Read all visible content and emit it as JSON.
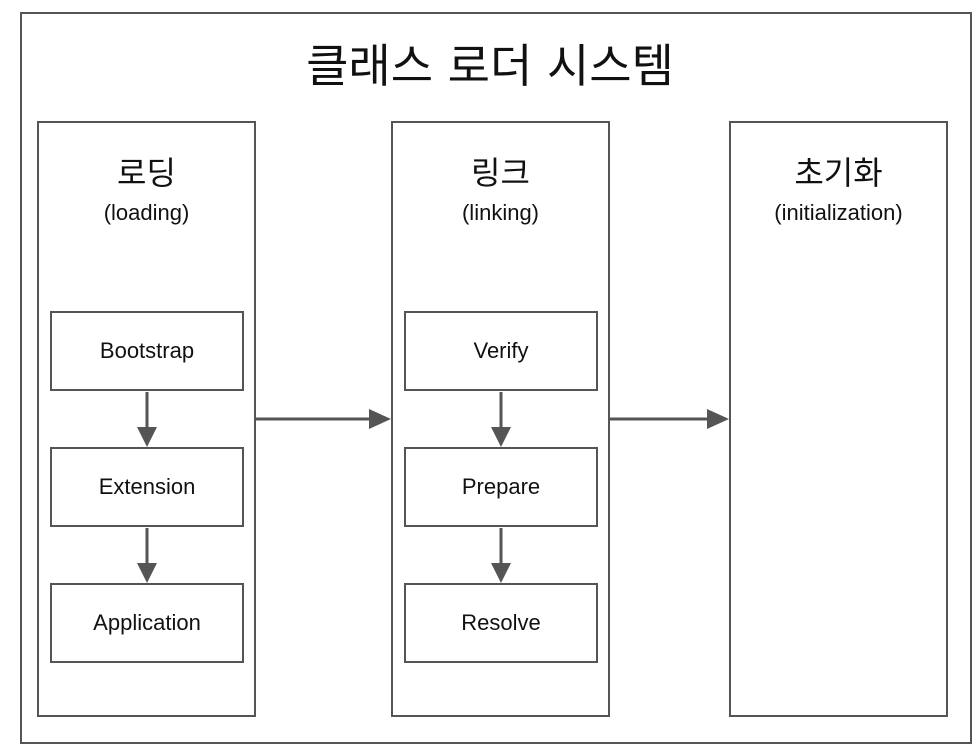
{
  "title": "클래스 로더 시스템",
  "colors": {
    "line": "#555555",
    "text": "#111111",
    "background": "#ffffff"
  },
  "stages": {
    "loading": {
      "name": "로딩",
      "sub": "(loading)",
      "steps": [
        "Bootstrap",
        "Extension",
        "Application"
      ]
    },
    "linking": {
      "name": "링크",
      "sub": "(linking)",
      "steps": [
        "Verify",
        "Prepare",
        "Resolve"
      ]
    },
    "initialization": {
      "name": "초기화",
      "sub": "(initialization)"
    }
  }
}
